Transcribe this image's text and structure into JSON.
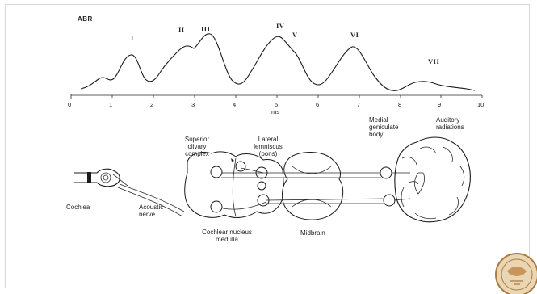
{
  "figure": {
    "title": "ABR",
    "wave_labels": [
      "I",
      "II",
      "III",
      "IV",
      "V",
      "VI",
      "VII"
    ],
    "axis_ticks": [
      "0",
      "1",
      "2",
      "3",
      "4",
      "5",
      "6",
      "7",
      "8",
      "9",
      "10"
    ],
    "axis_unit": "ms"
  },
  "anatomy": {
    "cochlea": "Cochlea",
    "acoustic_nerve": "Acoustic\nnerve",
    "superior_olivary_complex": "Superior\nolivary\ncomplex",
    "lateral_lemniscus": "Lateral\nlemniscus\n(pons)",
    "cochlear_nucleus": "Cochlear nucleus\nmedulla",
    "midbrain": "Midbrain",
    "medial_geniculate": "Medial\ngeniculate\nbody",
    "auditory_radiations": "Auditory\nradiations"
  },
  "colors": {
    "ink": "#1a1a1a",
    "background": "#ffffff",
    "seal": "#b07a3c"
  },
  "icons": [
    "university-seal-icon"
  ]
}
